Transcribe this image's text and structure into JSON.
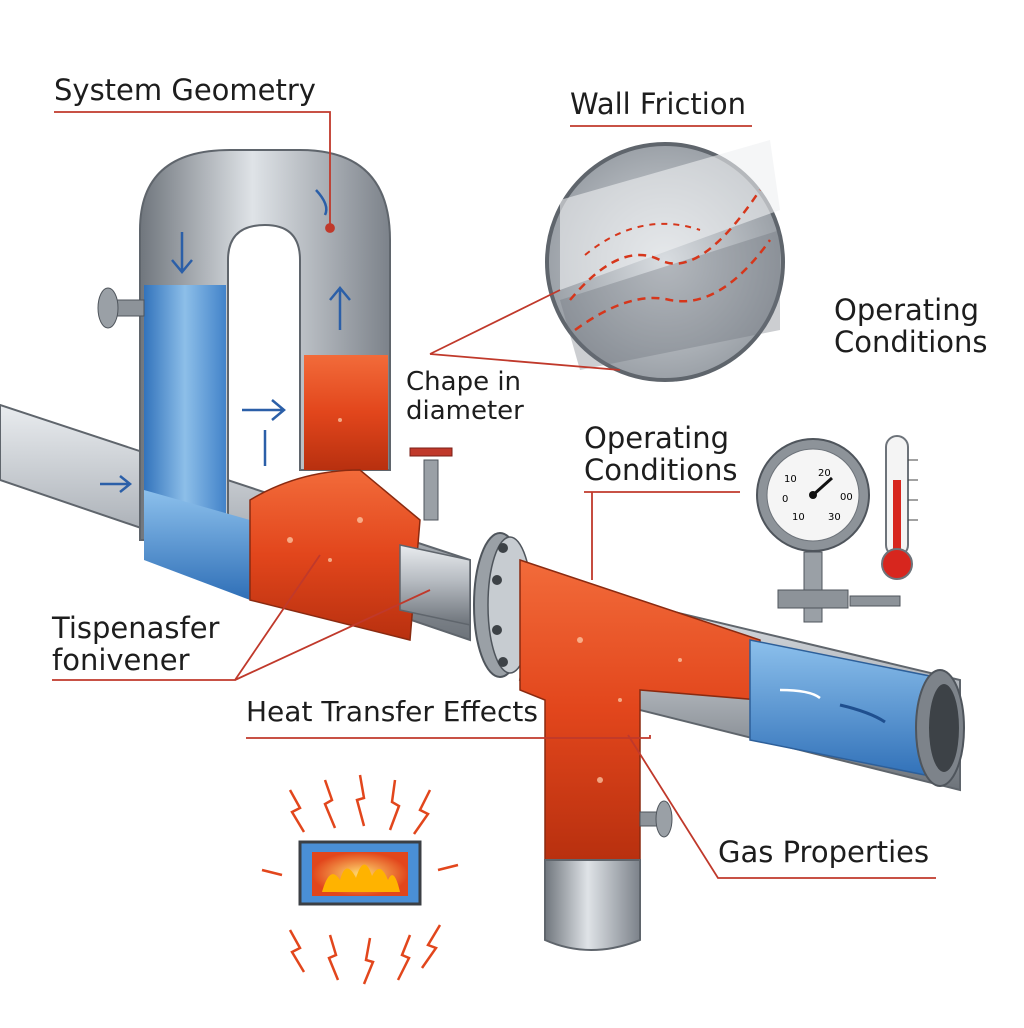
{
  "labels": {
    "system_geometry": "System Geometry",
    "wall_friction": "Wall Friction",
    "operating_conditions_top": [
      "Operating",
      "Conditions"
    ],
    "change_in_diameter": [
      "Chape in",
      "diameter"
    ],
    "operating_conditions_mid": [
      "Operating",
      "Conditions"
    ],
    "transfer_label": [
      "Tispenasfer",
      "fonivener"
    ],
    "heat_transfer_effects": "Heat Transfer Effects",
    "gas_properties": "Gas Properties"
  },
  "gauge": {
    "ticks": [
      "10",
      "20",
      "00",
      "0",
      "30",
      "10"
    ]
  },
  "colors": {
    "cold_fluid": "#4a8fd6",
    "hot_fluid": "#e2461c",
    "pipe_steel": "#9aa0a6",
    "leader_line": "#c0392b",
    "flame": "#f28c1e"
  }
}
